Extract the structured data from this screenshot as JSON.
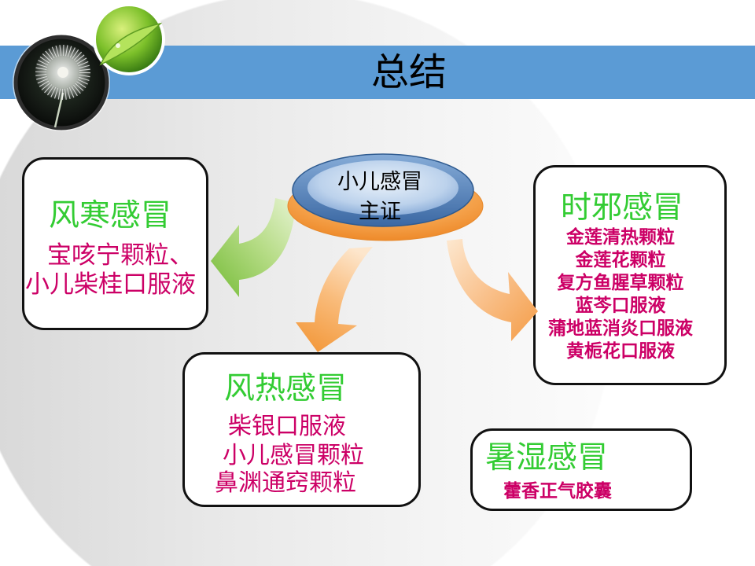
{
  "title": "总结",
  "center_node": {
    "line1": "小儿感冒",
    "line2": "主证"
  },
  "categories": {
    "feng_han": {
      "title": "风寒感冒",
      "items": [
        "宝咳宁颗粒、",
        "小儿柴桂口服液"
      ]
    },
    "feng_re": {
      "title": "风热感冒",
      "items": [
        "柴银口服液",
        "小儿感冒颗粒",
        "鼻渊通窍颗粒"
      ]
    },
    "shi_xie": {
      "title": "时邪感冒",
      "items": [
        "金莲清热颗粒",
        "金莲花颗粒",
        "复方鱼腥草颗粒",
        "蓝芩口服液",
        "蒲地蓝消炎口服液",
        "黄栀花口服液"
      ]
    },
    "shu_shi": {
      "title": "暑湿感冒",
      "items": [
        "藿香正气胶囊"
      ]
    }
  },
  "colors": {
    "header_band": "#5b9bd5",
    "category_title": "#33cc33",
    "medicine": "#cc0066",
    "box_border": "#111111"
  },
  "icons": {
    "dandelion": "dandelion-photo",
    "leaf": "leaf-photo"
  }
}
